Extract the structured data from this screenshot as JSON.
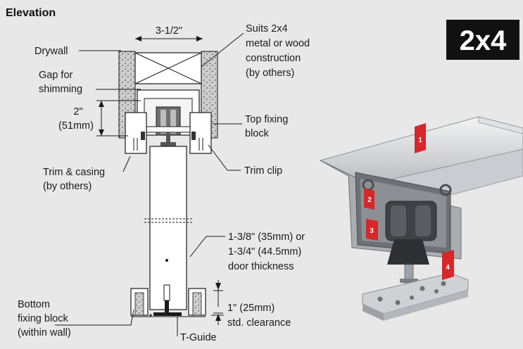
{
  "title": "Elevation",
  "badge": "2x4",
  "dimension_top": "3-1/2\"",
  "labels": {
    "drywall": "Drywall",
    "gap_line1": "Gap for",
    "gap_line2": "shimming",
    "height_line1": "2\"",
    "height_line2": "(51mm)",
    "trim_line1": "Trim & casing",
    "trim_line2": "(by others)",
    "bottom_line1": "Bottom",
    "bottom_line2": "fixing block",
    "bottom_line3": "(within wall)",
    "suits_line1": "Suits 2x4",
    "suits_line2": "metal or wood",
    "suits_line3": "construction",
    "suits_line4": "(by others)",
    "topfix_line1": "Top fixing",
    "topfix_line2": "block",
    "trimclip": "Trim clip",
    "door_line1": "1-3/8\" (35mm) or",
    "door_line2": "1-3/4\" (44.5mm)",
    "door_line3": "door thickness",
    "clear_line1": "1\" (25mm)",
    "clear_line2": "std. clearance",
    "tguide": "T-Guide"
  },
  "markers": [
    "1",
    "2",
    "3",
    "4"
  ],
  "colors": {
    "marker": "#d8262a",
    "badge_bg": "#111111",
    "background": "#e8e8e8"
  }
}
